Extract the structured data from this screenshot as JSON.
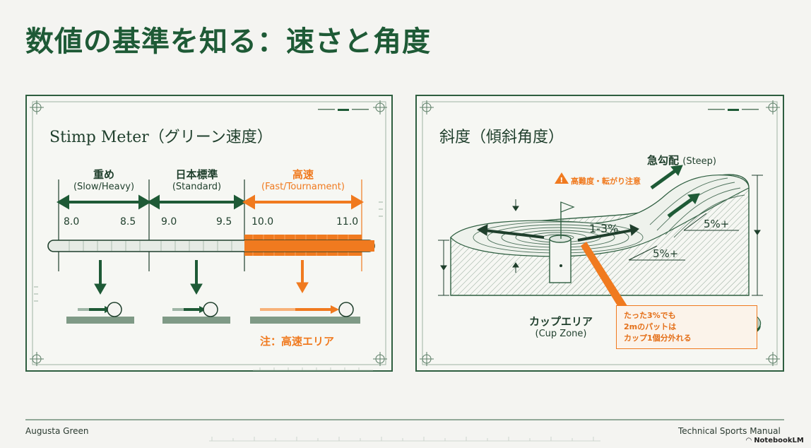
{
  "title": "数値の基準を知る：速さと角度",
  "colors": {
    "green": "#1e5a36",
    "orange": "#f07a1f",
    "bg": "#f4f4f1"
  },
  "stimp": {
    "title": "Stimp Meter（グリーン速度）",
    "sections": [
      {
        "title": "重め",
        "sub": "(Slow/Heavy)",
        "range": [
          8.0,
          8.5
        ],
        "color": "green"
      },
      {
        "title": "日本標準",
        "sub": "(Standard)",
        "range": [
          9.0,
          9.5
        ],
        "color": "green"
      },
      {
        "title": "高速",
        "sub": "(Fast/Tournament)",
        "range": [
          10.0,
          11.0
        ],
        "color": "orange"
      }
    ],
    "ticks": [
      "8.0",
      "8.5",
      "9.0",
      "9.5",
      "10.0",
      "11.0"
    ],
    "note": "注：高速エリア"
  },
  "slope": {
    "title": "斜度（傾斜角度）",
    "steep_label": "急勾配",
    "steep_en": "(Steep)",
    "warning": "高難度・転がり注意",
    "center_range": "1-3%",
    "pct_upper": "5%+",
    "pct_lower": "5%+",
    "cup_label": "カップエリア",
    "cup_en": "(Cup Zone)",
    "callout": [
      "たった3%でも",
      "2mのパットは",
      "カップ1個分外れる"
    ]
  },
  "footer": {
    "left": "Augusta Green",
    "right": "Technical Sports Manual",
    "brand": "NotebookLM"
  }
}
